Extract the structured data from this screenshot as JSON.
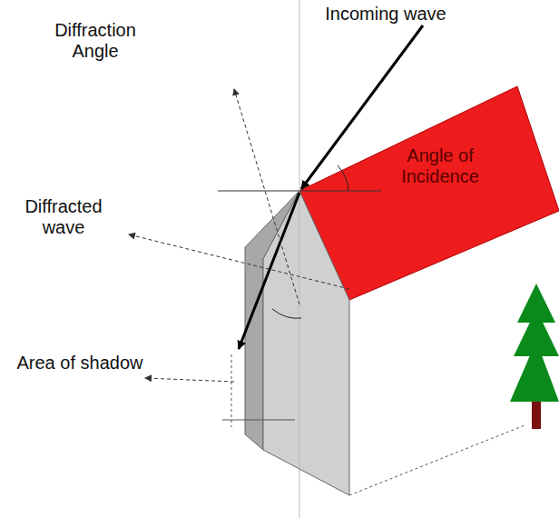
{
  "diagram": {
    "labels": [
      "Incoming wave",
      "Diffraction Angle",
      "Angle of Incidence",
      "Diffracted wave",
      "Area of shadow"
    ]
  }
}
